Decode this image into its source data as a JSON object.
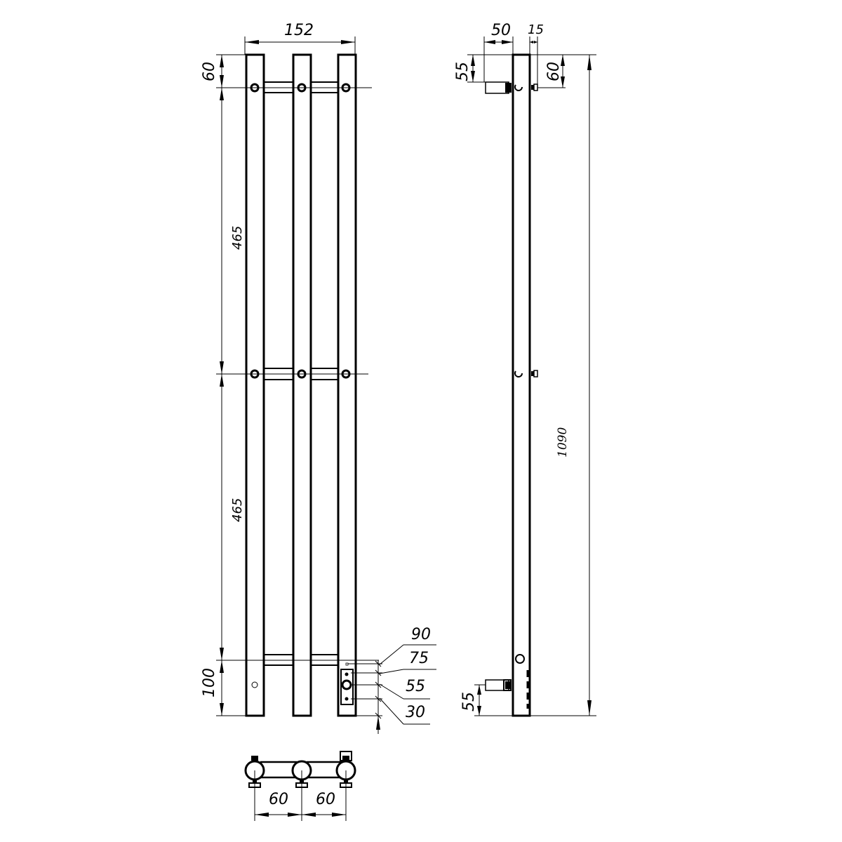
{
  "drawing": {
    "title": "Vertical electric towel rail — dimensional drawing",
    "colors": {
      "line": "#000000",
      "background": "#ffffff"
    },
    "front_view": {
      "overall_width": "152",
      "top_offset": "60",
      "span_upper": "465",
      "span_lower": "465",
      "bottom_offset": "100",
      "connector_dims": [
        "90",
        "75",
        "55",
        "30"
      ]
    },
    "side_view": {
      "bracket_depth": "50",
      "knob_depth": "15",
      "bracket_height_top": "55",
      "top_offset": "60",
      "overall_height": "1090",
      "bracket_height_bottom": "55"
    },
    "top_view": {
      "spacing_left": "60",
      "spacing_right": "60"
    }
  }
}
